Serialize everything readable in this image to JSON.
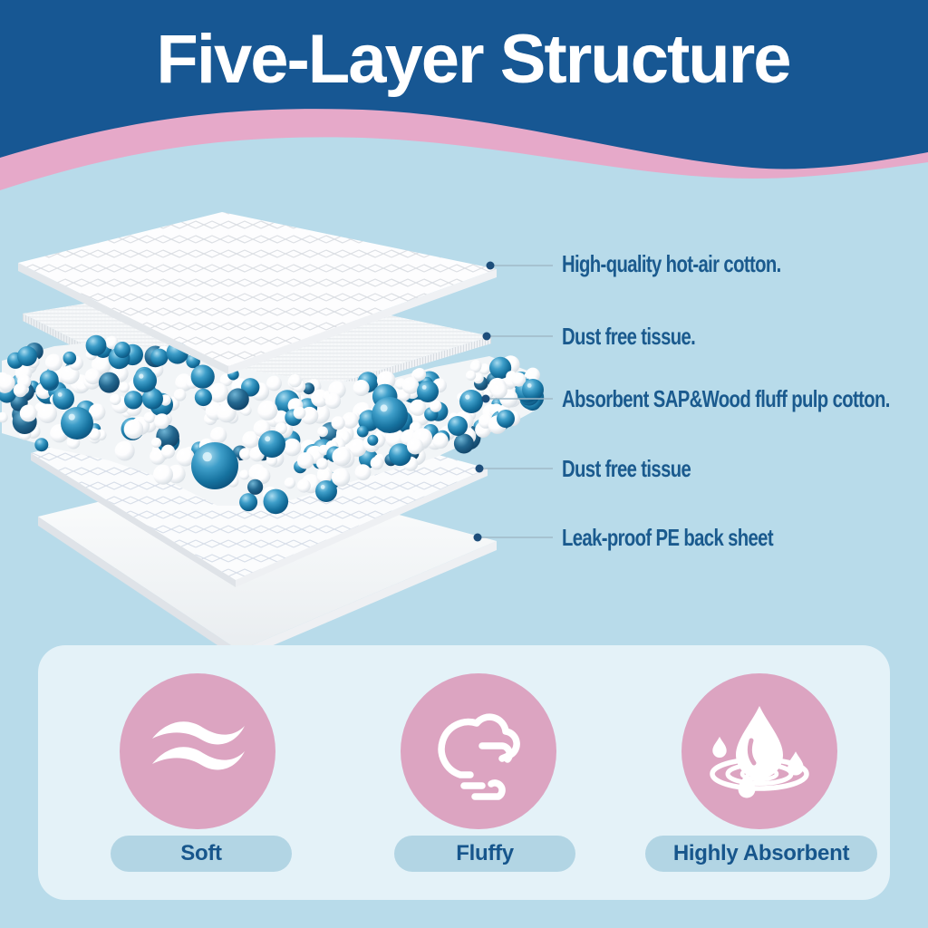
{
  "header": {
    "title": "Five-Layer Structure"
  },
  "diagram": {
    "labels": [
      "High-quality hot-air cotton.",
      "Dust free tissue.",
      "Absorbent SAP&Wood fluff pulp cotton.",
      "Dust free tissue",
      "Leak-proof PE back sheet"
    ]
  },
  "features": [
    {
      "icon": "soft-waves-icon",
      "label": "Soft"
    },
    {
      "icon": "fluffy-cloud-wind-icon",
      "label": "Fluffy"
    },
    {
      "icon": "absorbent-drop-ripples-icon",
      "label": "Highly Absorbent"
    }
  ],
  "colors": {
    "header_blue": "#175793",
    "wave_pink": "#E6A9C9",
    "background_blue": "#B8DBEA",
    "panel_blue": "#E4F2F8",
    "pill_blue": "#B2D5E4",
    "label_text_blue": "#1A5A8E",
    "feature_circle_pink": "#DCA4C1",
    "sap_bead_blue": "#1C7AA8"
  }
}
